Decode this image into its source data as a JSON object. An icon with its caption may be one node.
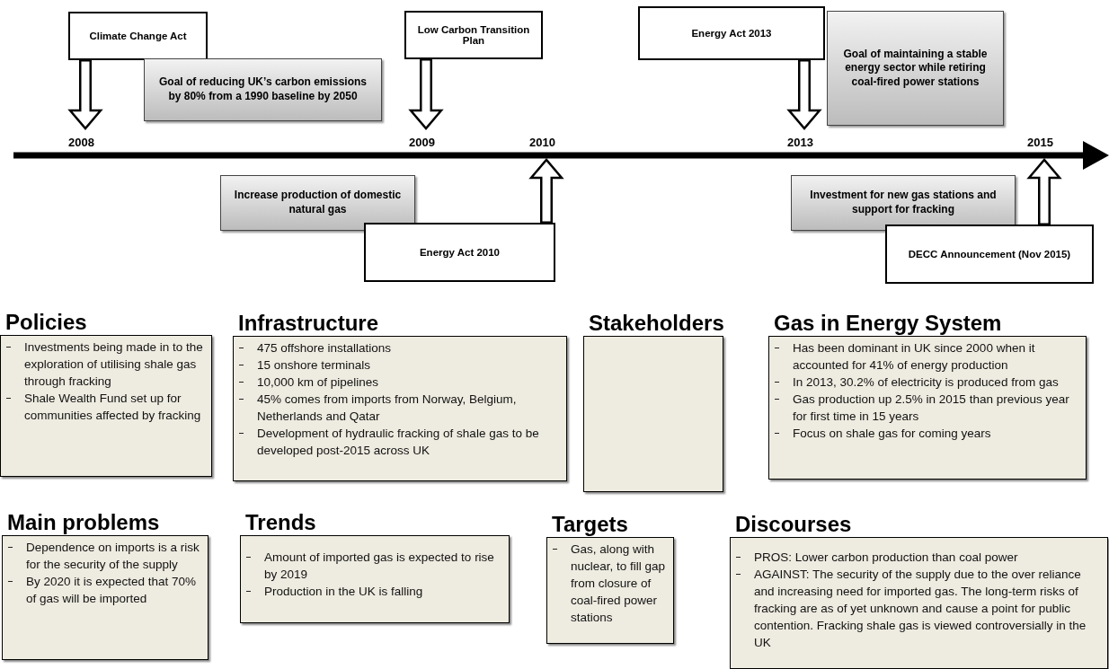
{
  "diagram": {
    "nodes": [
      {
        "text": [
          "Climate Change Act"
        ]
      },
      {
        "text": [
          "Goal of reducing UK’s carbon emissions by 80% from a 1990 baseline by  2050"
        ]
      },
      {
        "text": [
          "Low Carbon Transition Plan"
        ]
      },
      {
        "text": [
          "Energy Act 2013"
        ]
      },
      {
        "text": [
          "Goal of maintaining a stable energy sector while retiring coal-fired power stations"
        ]
      },
      {
        "text": [
          "Increase production of domestic natural gas"
        ]
      },
      {
        "text": [
          "Energy Act 2010"
        ]
      },
      {
        "text": [
          "Investment for new gas stations and support for fracking"
        ]
      },
      {
        "text": [
          "DECC Announcement (Nov 2015)"
        ]
      },
      {
        "text": [
          "Policies",
          "Investments being made in to the exploration of utilising shale gas through fracking",
          "Shale Wealth Fund set up for communities affected by fracking"
        ]
      },
      {
        "text": [
          "Infrastructure",
          "475 offshore installations",
          "15 onshore terminals",
          "10,000 km of pipelines",
          "45% comes from imports from Norway, Belgium, Netherlands and Qatar",
          "Development of hydraulic fracking of shale gas to be developed post-2015 across UK"
        ]
      },
      {
        "text": [
          "Stakeholders"
        ]
      },
      {
        "text": [
          "Gas in Energy System",
          "Has been dominant in UK since 2000 when it accounted for 41% of energy production",
          "In 2013, 30.2% of electricity is produced from gas",
          "Gas production up 2.5% in 2015 than previous year for first time in 15 years",
          "Focus on shale gas for coming years"
        ]
      },
      {
        "text": [
          "Main problems",
          "Dependence on imports is a risk for the security of the supply",
          "By 2020 it is expected that 70% of gas will be imported"
        ]
      },
      {
        "text": [
          "Trends",
          "Amount of imported gas is expected to rise by 2019",
          "Production in the UK is falling"
        ]
      },
      {
        "text": [
          "Targets",
          "Gas, along with nuclear, to fill gap from closure of coal-fired power stations"
        ]
      },
      {
        "text": [
          "Discourses",
          "PROS: Lower carbon production than coal power",
          "AGAINST: The security of the supply due to the over reliance and increasing need for imported gas. The long-term risks of fracking are as of yet unknown and cause a point for public contention. Fracking shale gas is viewed controversially in the UK"
        ]
      },
      {
        "text": [
          "2008"
        ]
      },
      {
        "text": [
          "2009"
        ]
      },
      {
        "text": [
          "2010"
        ]
      },
      {
        "text": [
          "2013"
        ]
      },
      {
        "text": [
          "2015"
        ]
      }
    ],
    "edges": [
      {
        "from": 0,
        "to": 17,
        "arrow": "to"
      },
      {
        "from": 2,
        "to": 18,
        "arrow": "to"
      },
      {
        "from": 3,
        "to": 20,
        "arrow": "to"
      },
      {
        "from": 6,
        "to": 19,
        "arrow": "to"
      },
      {
        "from": 8,
        "to": 21,
        "arrow": "to"
      }
    ]
  }
}
